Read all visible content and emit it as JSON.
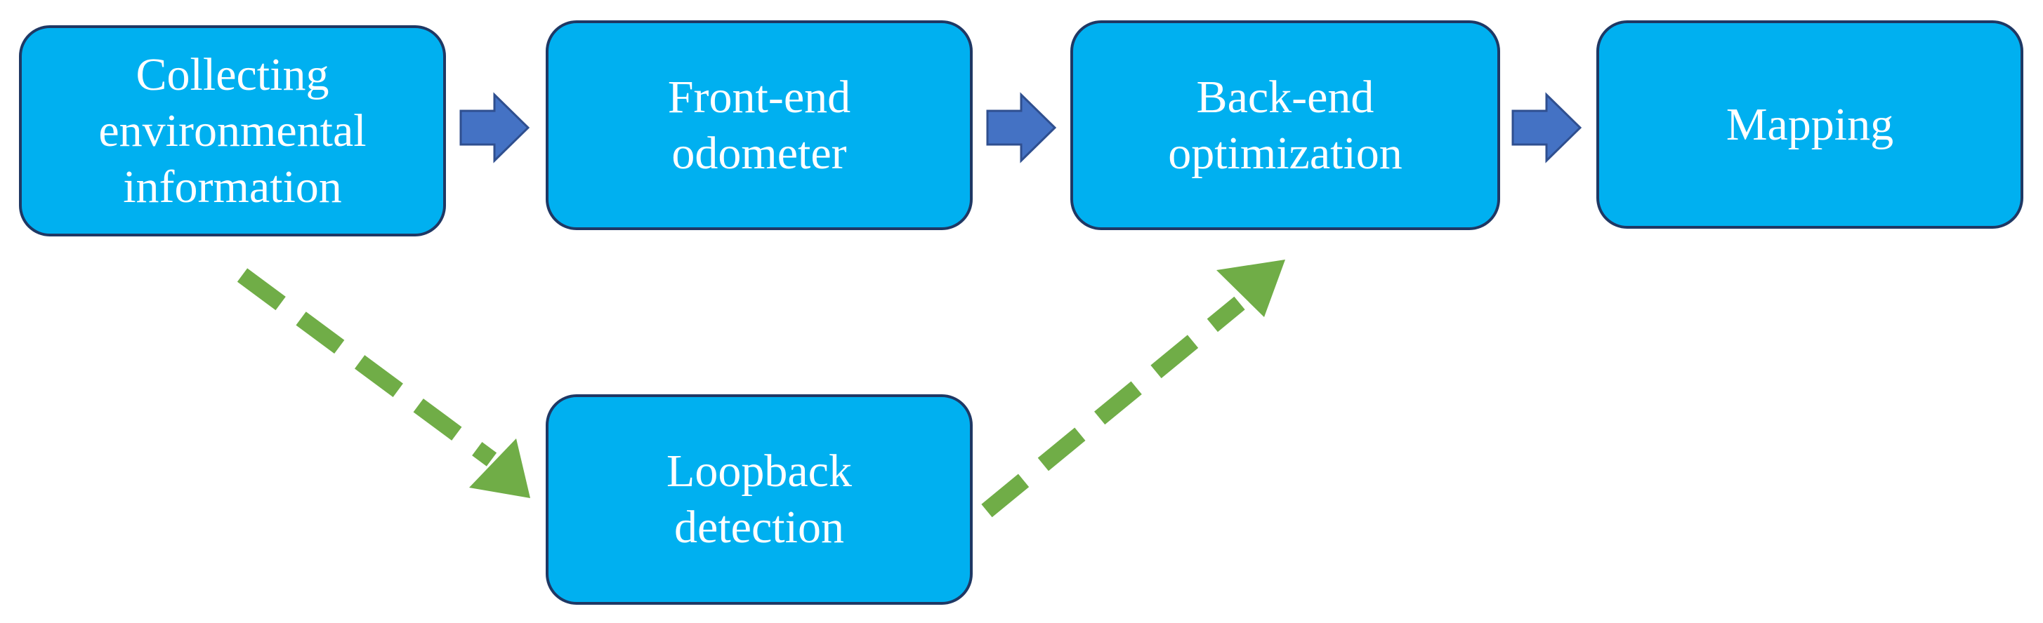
{
  "nodes": {
    "collect": {
      "line1": "Collecting",
      "line2": "environmental",
      "line3": "information"
    },
    "front": {
      "line1": "Front-end",
      "line2": "odometer"
    },
    "back": {
      "line1": "Back-end",
      "line2": "optimization"
    },
    "map": {
      "line1": "Mapping"
    },
    "loop": {
      "line1": "Loopback",
      "line2": "detection"
    }
  },
  "colors": {
    "box_fill": "#00b0f0",
    "box_border": "#1f3864",
    "box_text": "#ffffff",
    "flow_arrow": "#4472c4",
    "loop_arrow": "#70ad47"
  }
}
